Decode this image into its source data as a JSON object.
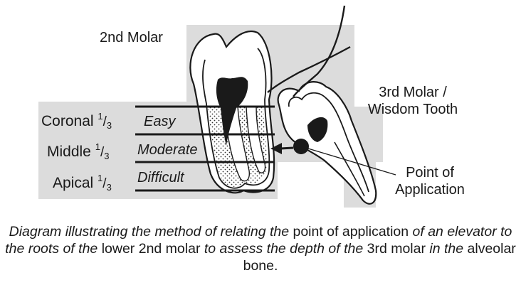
{
  "teeth": {
    "second_molar": "2nd Molar",
    "third_molar_line1": "3rd Molar /",
    "third_molar_line2": "Wisdom Tooth",
    "point_line1": "Point of",
    "point_line2": "Application"
  },
  "thirds": [
    {
      "name": "Coronal",
      "numerator": "1",
      "denominator": "3",
      "grade": "Easy"
    },
    {
      "name": "Middle",
      "numerator": "1",
      "denominator": "3",
      "grade": "Moderate"
    },
    {
      "name": "Apical",
      "numerator": "1",
      "denominator": "3",
      "grade": "Difficult"
    }
  ],
  "caption": [
    {
      "text": "Diagram illustrating the method of relating the ",
      "style": "italic"
    },
    {
      "text": "point of application ",
      "style": "upright"
    },
    {
      "text": "of an elevator to the roots of the ",
      "style": "italic"
    },
    {
      "text": "lower 2nd molar ",
      "style": "upright"
    },
    {
      "text": "to assess the depth of the ",
      "style": "italic"
    },
    {
      "text": "3rd molar ",
      "style": "upright"
    },
    {
      "text": "in the ",
      "style": "italic"
    },
    {
      "text": "alveolar bone.",
      "style": "upright"
    }
  ],
  "colors": {
    "panel": "#dcdcdc",
    "ink": "#1a1a1a",
    "tooth_fill": "#ffffff",
    "pulp": "#1a1a1a"
  }
}
